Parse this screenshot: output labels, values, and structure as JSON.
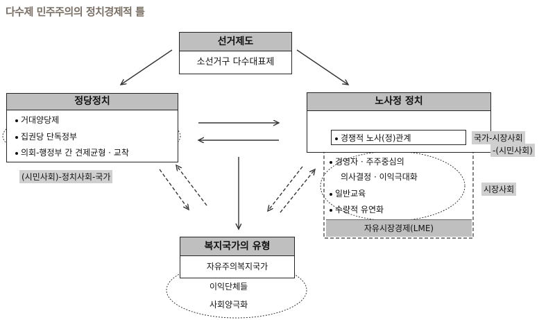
{
  "title": "다수제 민주주의의 정치경제적 틀",
  "electoral": {
    "header": "선거제도",
    "body": "소선거구 다수대표제"
  },
  "party": {
    "header": "정당정치",
    "items": [
      "거대양당제",
      "집권당 단독정부",
      "의회-행정부 간 견제균형 · 교착"
    ]
  },
  "labor": {
    "header": "노사정 정치",
    "items": [
      "경쟁적 노사(정)관계",
      "경영자 · 주주중심의",
      "의사결정 · 이익극대화",
      "일반교육",
      "수량적 유연화"
    ],
    "footer": "자유시장경제(LME)"
  },
  "welfare": {
    "header": "복지국가의 유형",
    "body": "자유주의복지국가",
    "extra": [
      "이익단체들",
      "사회양극화"
    ]
  },
  "labels": {
    "civil_society": "(시민사회)-정치사회-국가",
    "state_market_1": "국가-시장사회",
    "state_market_2": "-(시민사회)",
    "market_society": "시장사회"
  }
}
